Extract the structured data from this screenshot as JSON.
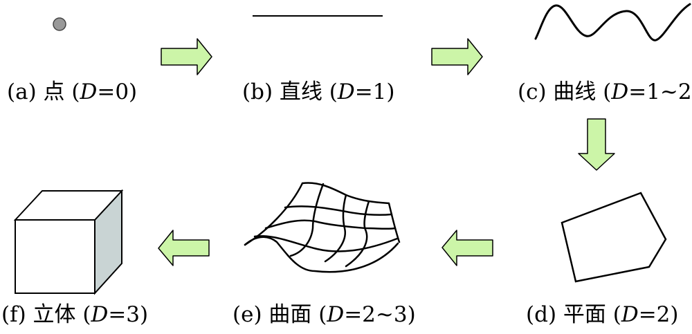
{
  "colors": {
    "arrow_fill": "#ccf5a8",
    "arrow_stroke": "#000000",
    "point_fill": "#999999",
    "cube_side": "#c9d4d4",
    "line": "#000000"
  },
  "panels": {
    "a": {
      "prefix": "(a) 点 (",
      "var": "D",
      "suffix": "=0)"
    },
    "b": {
      "prefix": "(b) 直线 (",
      "var": "D",
      "suffix": "=1)"
    },
    "c": {
      "prefix": "(c) 曲线 (",
      "var": "D",
      "suffix": "=1~2)"
    },
    "d": {
      "prefix": "(d) 平面 (",
      "var": "D",
      "suffix": "=2)"
    },
    "e": {
      "prefix": "(e) 曲面 (",
      "var": "D",
      "suffix": "=2~3)"
    },
    "f": {
      "prefix": "(f) 立体 (",
      "var": "D",
      "suffix": "=3)"
    }
  }
}
